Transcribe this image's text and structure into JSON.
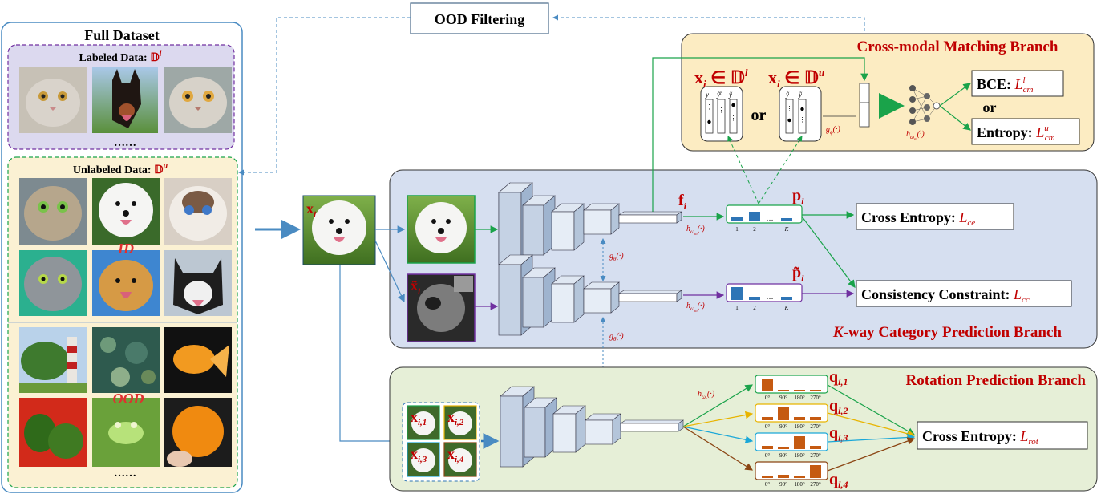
{
  "dataset": {
    "title": "Full Dataset",
    "labeled_title": "Labeled Data: ",
    "labeled_symbol": "𝔻",
    "labeled_sup": "l",
    "labeled_ellipsis": "……",
    "unlabeled_title": "Unlabeled Data: ",
    "unlabeled_symbol": "𝔻",
    "unlabeled_sup": "u",
    "id_tag": "ID",
    "ood_tag": "OOD",
    "unlabeled_ellipsis": "……"
  },
  "ood_filter": {
    "label": "OOD Filtering"
  },
  "input": {
    "x": "x",
    "x_sub": "i"
  },
  "cross_modal": {
    "title": "Cross-modal Matching Branch",
    "left_head": "x",
    "left_sub": "i",
    "left_in": " ∈ 𝔻",
    "left_sup": "l",
    "right_head": "x",
    "right_sub": "i",
    "right_in": " ∈ 𝔻",
    "right_sup": "u",
    "or_mid": "or",
    "or_right": "or",
    "g_phi": "g",
    "g_phi_sub": "ϕ",
    "g_phi_arg": "(·)",
    "h_label": "h",
    "h_sub": "ω",
    "h_subsub": "m",
    "h_arg": "(·)",
    "bce": "BCE: ",
    "bce_L": "L",
    "bce_sup": "l",
    "bce_sub": "cm",
    "entropy": "Entropy: ",
    "ent_L": "L",
    "ent_sup": "u",
    "ent_sub": "cm",
    "col_y": "y",
    "col_yh": "ỹ",
    "col_yh_sup": "h",
    "col_yi": "ỹ"
  },
  "kway": {
    "title_k": "K",
    "title_rest": "-way Category Prediction Branch",
    "f": "f",
    "f_sub": "i",
    "p": "p",
    "p_sub": "i",
    "ptilde": "p̃",
    "ptilde_sub": "i",
    "g_theta": "g",
    "g_theta_sub": "θ",
    "g_theta_arg": "(·)",
    "h": "h",
    "h_sub": "ω",
    "h_subsub": "m",
    "h_arg": "(·)",
    "xaug": "x̃",
    "xaug_sub": "i",
    "tick_1": "1",
    "tick_2": "2",
    "tick_dots": "…",
    "tick_K": "K",
    "ce": "Cross Entropy: ",
    "ce_L": "L",
    "ce_sub": "ce",
    "cc": "Consistency Constraint: ",
    "cc_L": "L",
    "cc_sub": "cc"
  },
  "rotation": {
    "title": "Rotation Prediction Branch",
    "h": "h",
    "h_sub": "ω",
    "h_subsub": "r",
    "h_arg": "(·)",
    "g_theta": "g",
    "g_theta_sub": "θ",
    "g_theta_arg": "(·)",
    "ce": "Cross Entropy: ",
    "ce_L": "L",
    "ce_sub": "rot",
    "ticks": [
      "0°",
      "90°",
      "180°",
      "270°"
    ],
    "q_labels": [
      {
        "q": "q",
        "sub": "i,1"
      },
      {
        "q": "q",
        "sub": "i,2"
      },
      {
        "q": "q",
        "sub": "i,3"
      },
      {
        "q": "q",
        "sub": "i,4"
      }
    ],
    "x_labels": [
      {
        "x": "x",
        "sub": "i,1"
      },
      {
        "x": "x",
        "sub": "i,2"
      },
      {
        "x": "x",
        "sub": "i,3"
      },
      {
        "x": "x",
        "sub": "i,4"
      }
    ]
  },
  "colors": {
    "dataset_border": "#4a8bc2",
    "labeled_bg": "#dcd9ef",
    "unlabeled_bg": "#fbf1d3",
    "cross_bg": "#fcecc2",
    "kway_bg": "#d6dff0",
    "rot_bg": "#e6efd7",
    "red_text": "#c00000",
    "green_arrow": "#1aa34a",
    "purple_arrow": "#7030a0",
    "blue_arrow": "#4a8bc2",
    "yellow_arrow": "#e8b400",
    "cyan_arrow": "#1aa7d8",
    "brown_arrow": "#8b4513",
    "bar_blue": "#2e75b6",
    "bar_orange": "#c55a11"
  }
}
